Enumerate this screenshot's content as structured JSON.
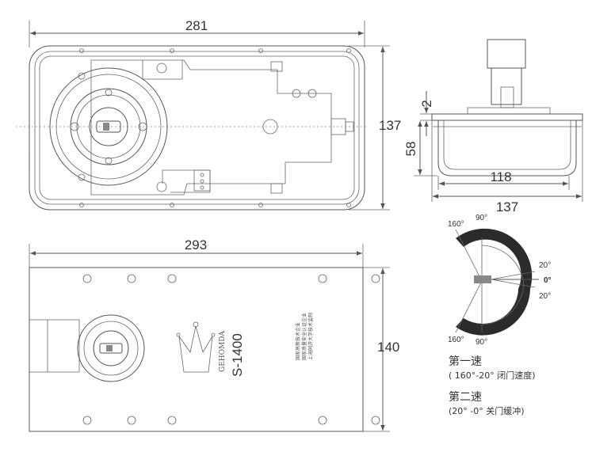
{
  "dimensions": {
    "top_width": "281",
    "top_height": "137",
    "side_height": "58",
    "side_gap": "2",
    "side_inner_width": "118",
    "side_outer_width": "137",
    "bottom_width": "293",
    "bottom_height": "140"
  },
  "angle_diagram": {
    "label_160_top": "160°",
    "label_90_top": "90°",
    "label_20_top": "20°",
    "label_0": "0°",
    "label_20_bottom": "20°",
    "label_160_bottom": "160°",
    "label_90_bottom": "90°"
  },
  "speeds": {
    "first_title": "第一速",
    "first_desc": "( 160°-20° 闭门速度)",
    "second_title": "第二速",
    "second_desc": "(20° -0° 关门缓冲)"
  },
  "plate": {
    "model": "S-1400",
    "brand": "GEHOMDA",
    "info_lines": [
      "国家高新技术企业",
      "国家质量安全认证企业",
      "上海同济大学技术监制"
    ]
  },
  "colors": {
    "line": "#555555",
    "band": "#2b2b2b",
    "plate": "#f1f1f1"
  }
}
